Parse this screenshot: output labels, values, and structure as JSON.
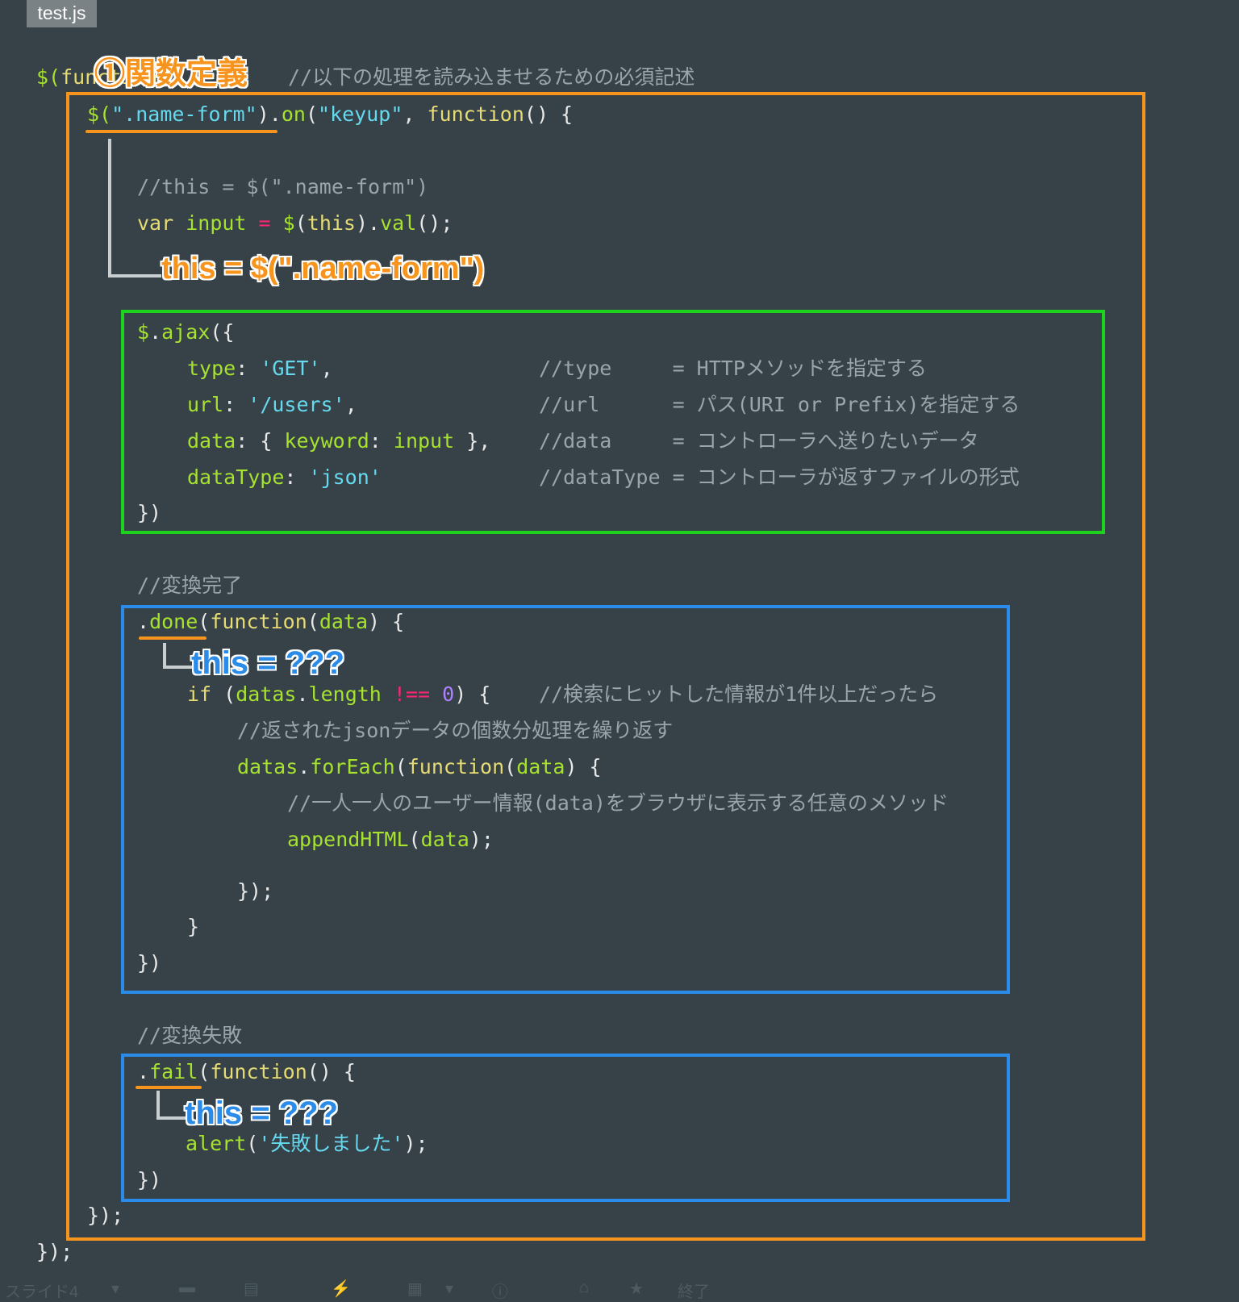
{
  "tab": {
    "label": "test.js"
  },
  "annotations": {
    "func_def": "①関数定義",
    "this_form": "this = $(\".name-form\")",
    "this_done": "this = ???",
    "this_fail": "this = ???"
  },
  "code": {
    "l1": {
      "a": "$(",
      "b": "function",
      "c": "() {",
      "comment": "//以下の処理を読み込ませるための必須記述"
    },
    "l2": {
      "a": "$(",
      "b": "\".name-form\"",
      "c": ").",
      "d": "on",
      "e": "(",
      "f": "\"keyup\"",
      "g": ", ",
      "h": "function",
      "i": "() {"
    },
    "l3": "//this = $(\".name-form\")",
    "l4": {
      "a": "var ",
      "b": "input",
      "c": " = ",
      "d": "$",
      "e": "(",
      "f": "this",
      "g": ").",
      "h": "val",
      "i": "();"
    },
    "l5": {
      "a": "$",
      "b": ".",
      "c": "ajax",
      "d": "({"
    },
    "l6": {
      "a": "type",
      "b": ": ",
      "c": "'GET'",
      "d": ",",
      "comment": "//type     = HTTPメソッドを指定する"
    },
    "l7": {
      "a": "url",
      "b": ": ",
      "c": "'/users'",
      "d": ",",
      "comment": "//url      = パス(URI or Prefix)を指定する"
    },
    "l8": {
      "a": "data",
      "b": ": { ",
      "c": "keyword",
      "d": ": ",
      "e": "input",
      "f": " },",
      "comment": "//data     = コントローラへ送りたいデータ"
    },
    "l9": {
      "a": "dataType",
      "b": ": ",
      "c": "'json'",
      "comment": "//dataType = コントローラが返すファイルの形式"
    },
    "l10": "})",
    "l11": "//変換完了",
    "l12": {
      "a": ".",
      "b": "done",
      "c": "(",
      "d": "function",
      "e": "(",
      "f": "data",
      "g": ") {"
    },
    "l13": {
      "a": "if",
      "b": " (",
      "c": "datas",
      "d": ".",
      "e": "length",
      "f": " !== ",
      "g": "0",
      "h": ") {",
      "comment": "//検索にヒットした情報が1件以上だったら"
    },
    "l14": "//返されたjsonデータの個数分処理を繰り返す",
    "l15": {
      "a": "datas",
      "b": ".",
      "c": "forEach",
      "d": "(",
      "e": "function",
      "f": "(",
      "g": "data",
      "h": ") {"
    },
    "l16": "//一人一人のユーザー情報(data)をブラウザに表示する任意のメソッド",
    "l17": {
      "a": "appendHTML",
      "b": "(",
      "c": "data",
      "d": ");"
    },
    "l18": "});",
    "l19": "}",
    "l20": "})",
    "l21": "//変換失敗",
    "l22": {
      "a": ".",
      "b": "fail",
      "c": "(",
      "d": "function",
      "e": "() {"
    },
    "l23": {
      "a": "alert",
      "b": "(",
      "c": "'失敗しました'",
      "d": ");"
    },
    "l24": "})",
    "l25": "});",
    "l26": "});"
  },
  "footer": {
    "slide": "スライド4",
    "end": "終了"
  },
  "colors": {
    "background": "#364248",
    "orange_box": "#f7941d",
    "green_box": "#1ed31e",
    "blue_box": "#2b8be8"
  }
}
